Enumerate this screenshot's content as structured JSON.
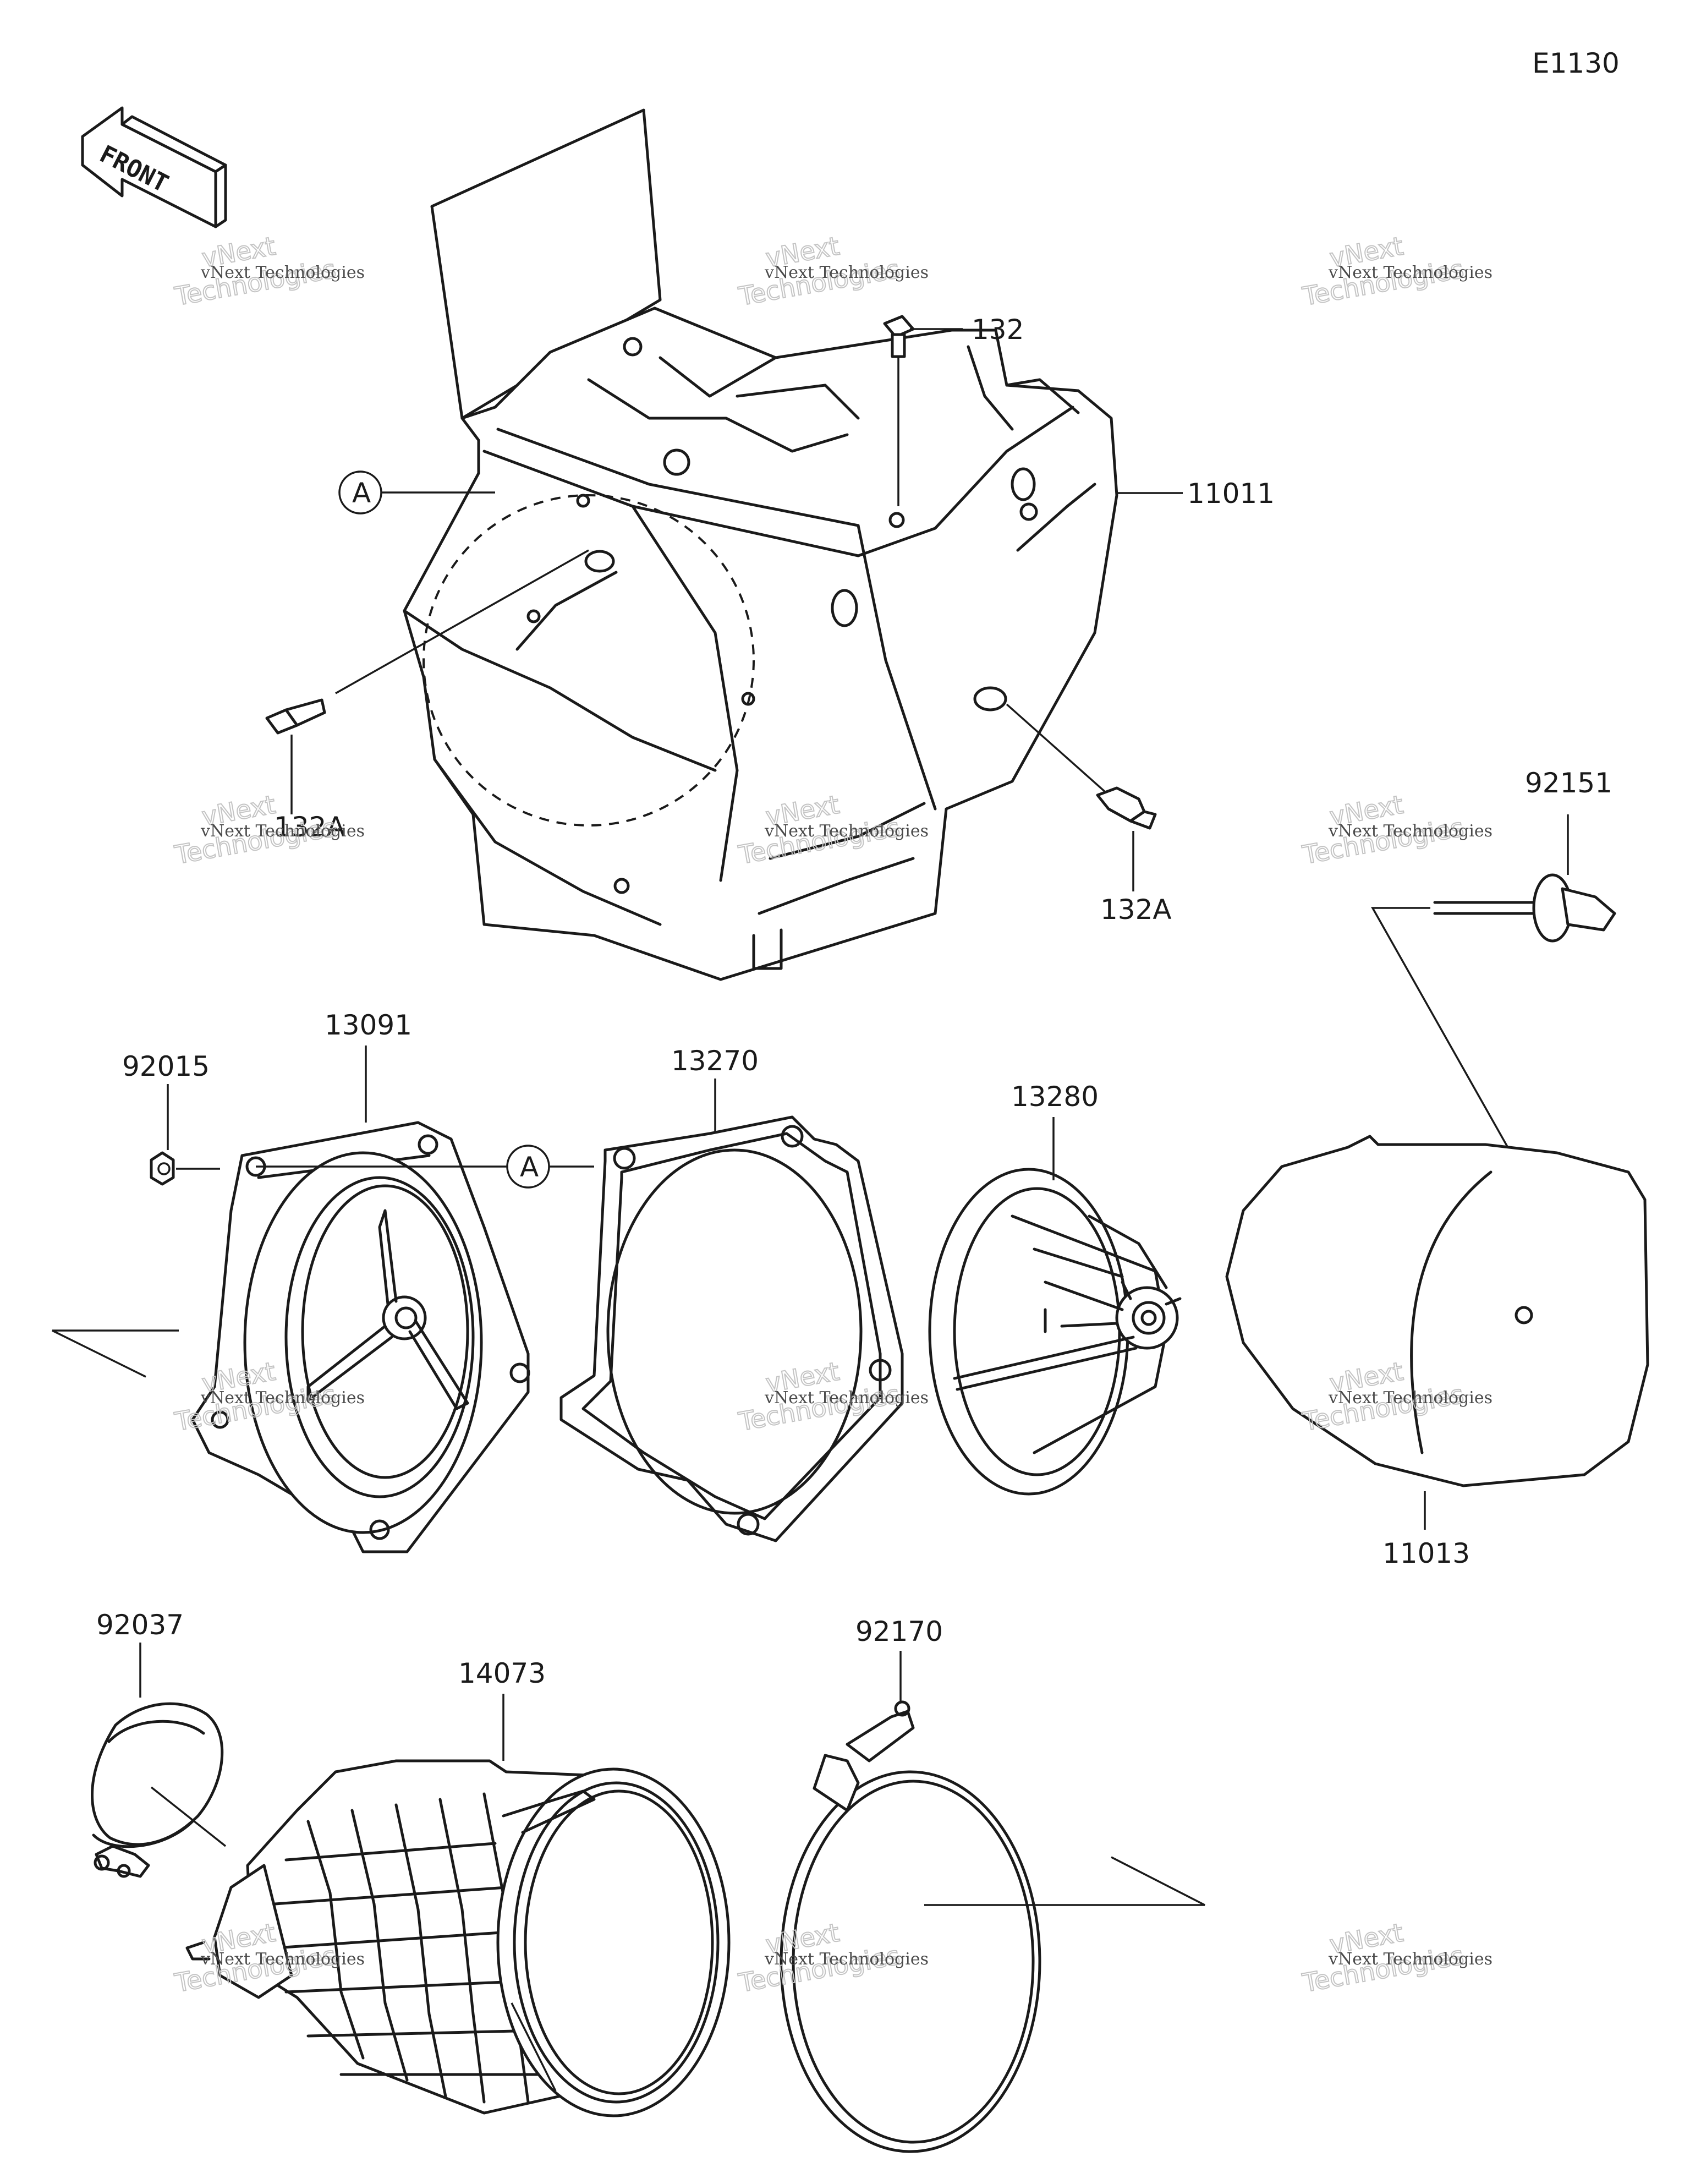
{
  "diagram_code": "E1130",
  "front_label": "FRONT",
  "callout_a": "A",
  "parts": {
    "p11011": "11011",
    "p132": "132",
    "p132a_left": "132A",
    "p132a_right": "132A",
    "p92151": "92151",
    "p92015": "92015",
    "p13091": "13091",
    "p13270": "13270",
    "p13280": "13280",
    "p11013": "11013",
    "p92037": "92037",
    "p14073": "14073",
    "p92170": "92170"
  },
  "watermark": {
    "line1": "vNext Technologies",
    "line2a": "vNext",
    "line2b": "Technologies"
  }
}
